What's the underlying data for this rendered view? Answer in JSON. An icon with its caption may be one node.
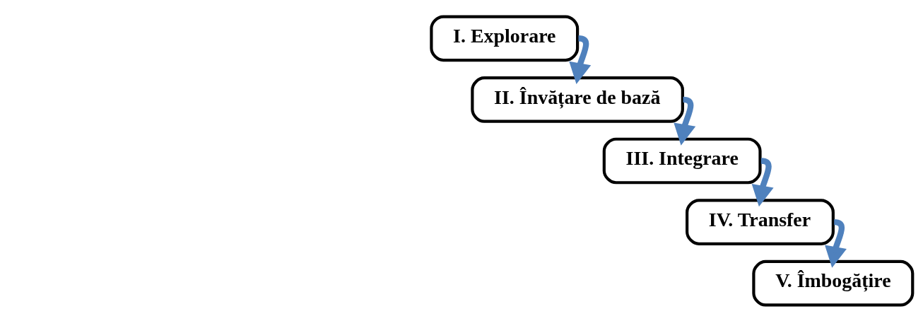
{
  "diagram": {
    "nodes": [
      {
        "text": [
          "I. Explorare"
        ]
      },
      {
        "text": [
          "II. Învățare de bază"
        ]
      },
      {
        "text": [
          "III. Integrare"
        ]
      },
      {
        "text": [
          "IV. Transfer"
        ]
      },
      {
        "text": [
          "V. Îmbogățire"
        ]
      }
    ],
    "edges": [
      {
        "from": 0,
        "to": 1,
        "arrow": "to"
      },
      {
        "from": 1,
        "to": 2,
        "arrow": "to"
      },
      {
        "from": 2,
        "to": 3,
        "arrow": "to"
      },
      {
        "from": 3,
        "to": 4,
        "arrow": "to"
      }
    ]
  }
}
